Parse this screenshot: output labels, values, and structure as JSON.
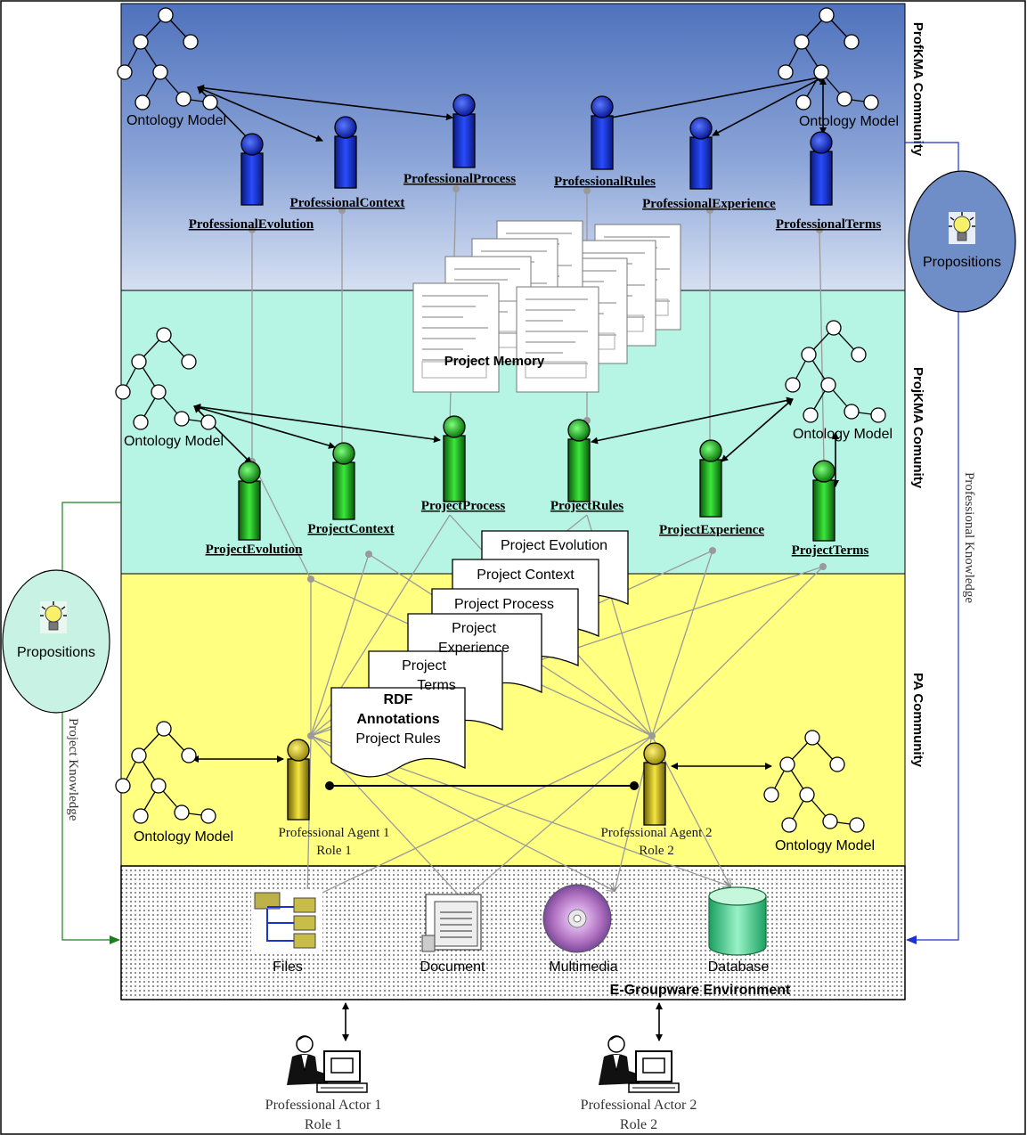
{
  "colors": {
    "prof_band_top": "#4f72bd",
    "prof_band_bottom": "#c9d6ee",
    "proj_band": "#b6f4e4",
    "pa_band": "#ffff80",
    "env_band": "#f4f4f4",
    "agent_blue": "#1a33cc",
    "agent_green": "#18a018",
    "agent_yellow": "#d2c21a",
    "left_link": "#1a801a",
    "right_link": "#1a33cc",
    "prop_bubble_right": "#6f8ec8",
    "prop_bubble_left": "#c8f2e4"
  },
  "bands": {
    "prof_community": "ProfKMA Community",
    "proj_community": "ProjKMA Comunity",
    "pa_community": "PA Community",
    "environment": "E-Groupware Environment"
  },
  "ontology_label": "Ontology Model",
  "prof_agents": {
    "evolution": "ProfessionalEvolution",
    "context": "ProfessionalContext",
    "process": "ProfessionalProcess",
    "rules": "ProfessionalRules",
    "experience": "ProfessionalExperience",
    "terms": "ProfessionalTerms"
  },
  "proj_agents": {
    "evolution": "ProjectEvolution",
    "context": "ProjectContext",
    "process": "ProjectProcess",
    "rules": "ProjectRules",
    "experience": "ProjectExperience",
    "terms": "ProjectTerms"
  },
  "project_memory": "Project Memory",
  "doc_stack": {
    "evolution": "Project Evolution",
    "context": "Project Context",
    "process": "Project Process",
    "experience_1": "Project",
    "experience_2": "Experience",
    "terms_1": "Project",
    "terms_2": "Terms",
    "rdf_1": "RDF",
    "rdf_2": "Annotations",
    "rules": "Project Rules"
  },
  "pa_agents": {
    "agent1_name": "Professional Agent 1",
    "agent1_role": "Role 1",
    "agent2_name": "Professional Agent 2",
    "agent2_role": "Role 2"
  },
  "resources": {
    "files": "Files",
    "document": "Document",
    "multimedia": "Multimedia",
    "database": "Database"
  },
  "propositions": "Propositions",
  "side_labels": {
    "professional_knowledge": "Professional Knowledge",
    "project_knowledge": "Project Knowledge"
  },
  "actors": {
    "actor1_name": "Professional Actor 1",
    "actor1_role": "Role 1",
    "actor2_name": "Professional Actor 2",
    "actor2_role": "Role 2"
  }
}
